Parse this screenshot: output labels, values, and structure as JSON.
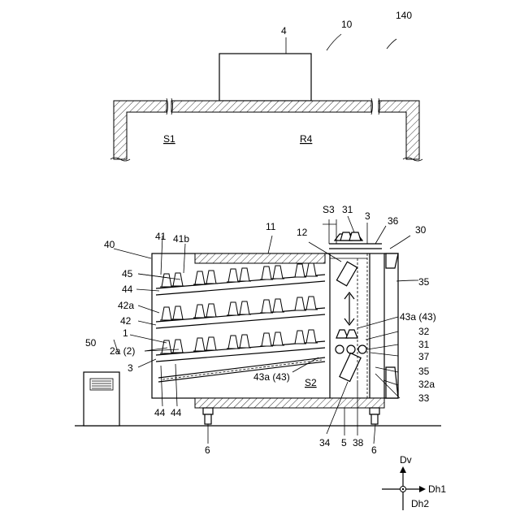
{
  "labels": {
    "l140": "140",
    "l10": "10",
    "l4": "4",
    "S1": "S1",
    "R4": "R4",
    "S3": "S3",
    "l31a": "31",
    "l3a": "3",
    "l36": "36",
    "l12": "12",
    "l11": "11",
    "l30": "30",
    "l40": "40",
    "l41": "41",
    "l41b": "41b",
    "l45": "45",
    "l44a": "44",
    "l42a": "42a",
    "l42": "42",
    "l1": "1",
    "l2a": "2a (2)",
    "l3b": "3",
    "l50": "50",
    "l35a": "35",
    "l43a1": "43a (43)",
    "l32": "32",
    "l31b": "31",
    "l37": "37",
    "l35b": "35",
    "l32a": "32a",
    "l33": "33",
    "l43a2": "43a (43)",
    "S2": "S2",
    "l44b": "44",
    "l44c": "44",
    "l6a": "6",
    "l34": "34",
    "l5": "5",
    "l38": "38",
    "l6b": "6",
    "Dv": "Dv",
    "Dh1": "Dh1",
    "Dh2": "Dh2"
  }
}
